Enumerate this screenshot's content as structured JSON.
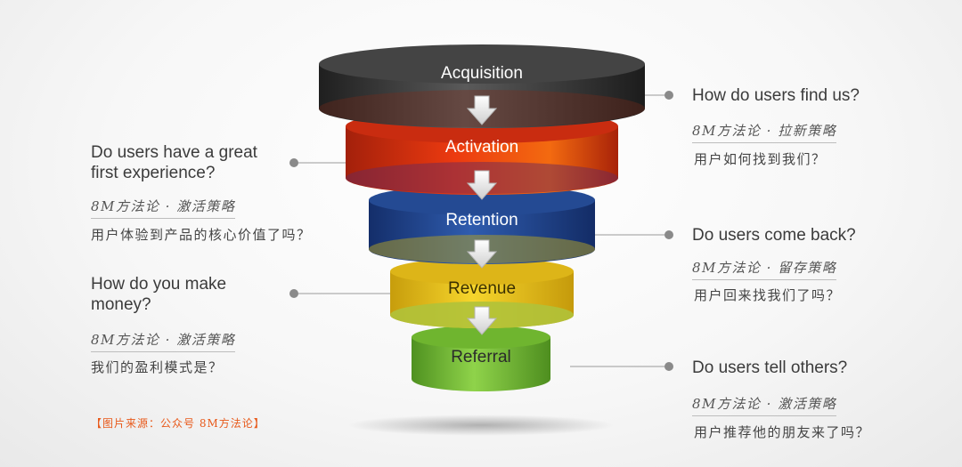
{
  "stages": [
    {
      "label": "Acquisition",
      "color": "#3d3d3d"
    },
    {
      "label": "Activation",
      "color": "#d93512"
    },
    {
      "label": "Retention",
      "color": "#2a4f9c"
    },
    {
      "label": "Revenue",
      "color": "#e9c21d"
    },
    {
      "label": "Referral",
      "color": "#7cc23a"
    }
  ],
  "annotations": [
    {
      "question": "How do users find us?",
      "tag": "8M方法论 · 拉新策略",
      "description": "用户如何找到我们？"
    },
    {
      "question": "Do users have a great first experience?",
      "tag": "8M方法论 · 激活策略",
      "description": "用户体验到产品的核心价值了吗？"
    },
    {
      "question": "Do users come back?",
      "tag": "8M方法论 · 留存策略",
      "description": "用户回来找我们了吗？"
    },
    {
      "question": "How do you make money?",
      "tag": "8M方法论 · 激活策略",
      "description": "我们的盈利模式是？"
    },
    {
      "question": "Do users tell others?",
      "tag": "8M方法论 · 激活策略",
      "description": "用户推荐他的朋友来了吗？"
    }
  ],
  "source_note": "【图片来源：公众号 8M方法论】"
}
